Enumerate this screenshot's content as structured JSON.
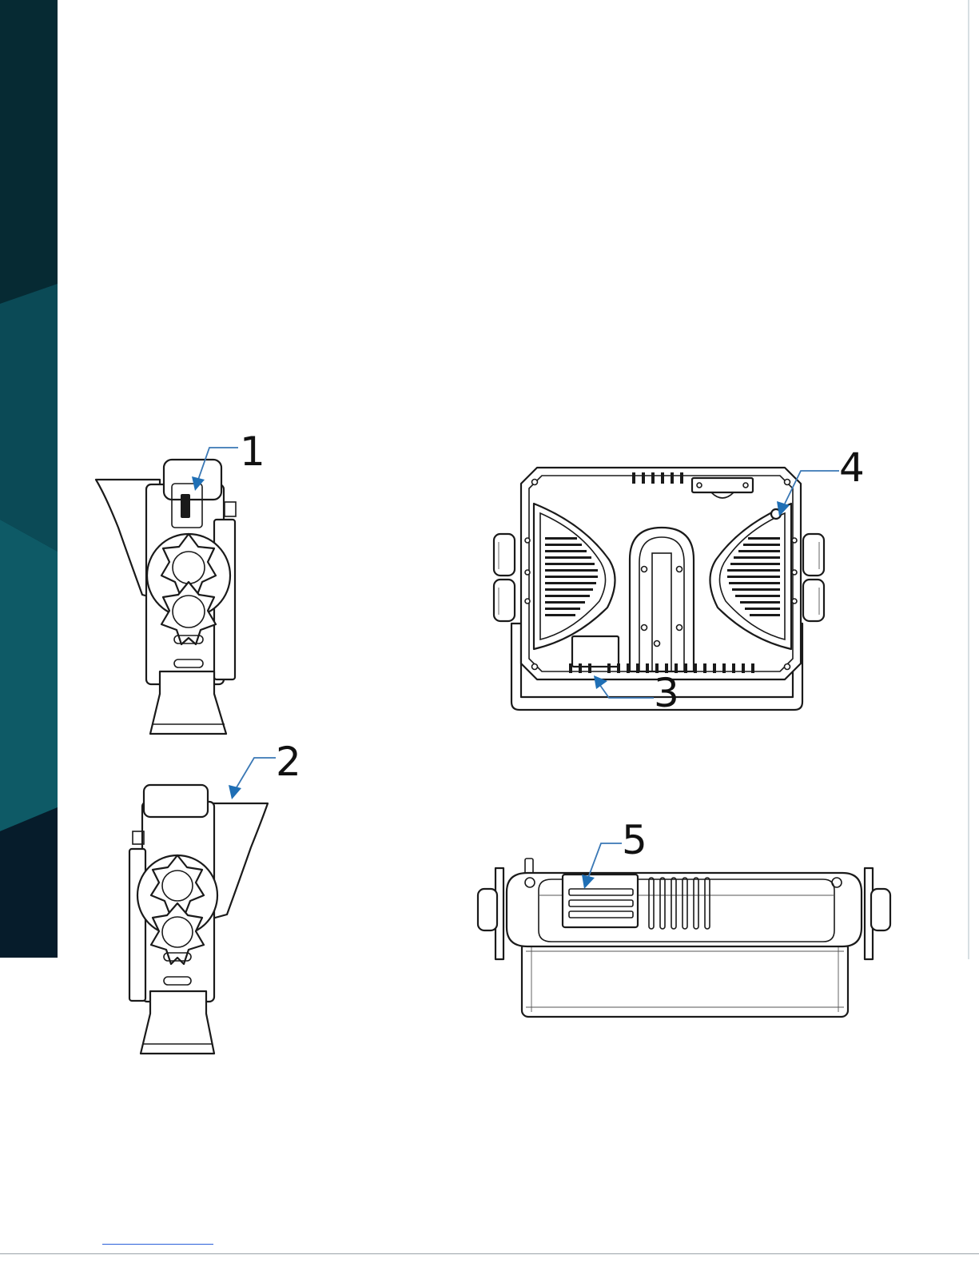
{
  "colors": {
    "band_dark": "#062a33",
    "band_mid": "#0b4a56",
    "band_light": "#0e5a66",
    "callout_blue": "#1f6fb5"
  },
  "diagram": {
    "views": [
      "side-view-with-visor",
      "side-view-visor-flipped",
      "rear-view",
      "top-view"
    ],
    "callouts": [
      {
        "label": "1"
      },
      {
        "label": "2"
      },
      {
        "label": "3"
      },
      {
        "label": "4"
      },
      {
        "label": "5"
      }
    ]
  }
}
